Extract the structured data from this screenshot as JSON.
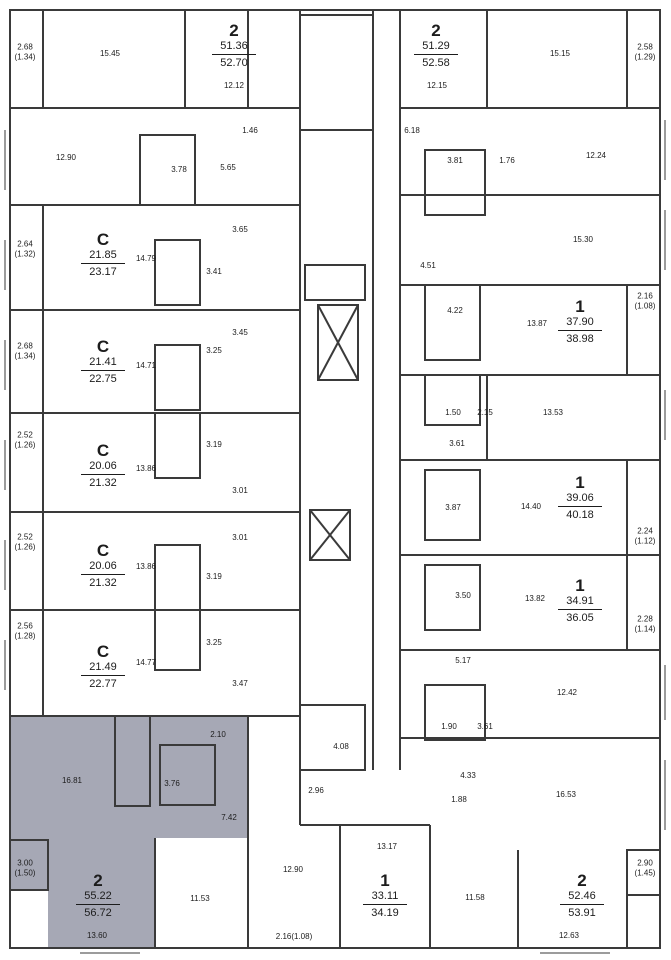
{
  "floor_plan": {
    "highlight_color": "#a6a8b5",
    "wall_color": "#3a3a3a",
    "apartments": [
      {
        "id": "a1",
        "type": "2",
        "area_living": "51.36",
        "area_total": "52.70"
      },
      {
        "id": "a2",
        "type": "2",
        "area_living": "51.29",
        "area_total": "52.58"
      },
      {
        "id": "a3",
        "type": "C",
        "area_living": "21.85",
        "area_total": "23.17"
      },
      {
        "id": "a4",
        "type": "1",
        "area_living": "37.90",
        "area_total": "38.98"
      },
      {
        "id": "a5",
        "type": "C",
        "area_living": "21.41",
        "area_total": "22.75"
      },
      {
        "id": "a6",
        "type": "C",
        "area_living": "20.06",
        "area_total": "21.32"
      },
      {
        "id": "a7",
        "type": "1",
        "area_living": "39.06",
        "area_total": "40.18"
      },
      {
        "id": "a8",
        "type": "C",
        "area_living": "20.06",
        "area_total": "21.32"
      },
      {
        "id": "a9",
        "type": "1",
        "area_living": "34.91",
        "area_total": "36.05"
      },
      {
        "id": "a10",
        "type": "C",
        "area_living": "21.49",
        "area_total": "22.77"
      },
      {
        "id": "a11",
        "type": "2",
        "area_living": "55.22",
        "area_total": "56.72",
        "highlighted": true
      },
      {
        "id": "a12",
        "type": "1",
        "area_living": "33.11",
        "area_total": "34.19"
      },
      {
        "id": "a13",
        "type": "2",
        "area_living": "52.46",
        "area_total": "53.91"
      }
    ],
    "room_areas": [
      "15.45",
      "12.12",
      "1.46",
      "12.90",
      "3.78",
      "5.65",
      "15.15",
      "12.15",
      "6.18",
      "3.81",
      "1.76",
      "12.24",
      "14.79",
      "3.65",
      "3.41",
      "15.30",
      "4.51",
      "4.22",
      "13.87",
      "14.71",
      "3.45",
      "3.25",
      "1.50",
      "2.15",
      "13.53",
      "3.61",
      "13.86",
      "3.19",
      "3.01",
      "3.87",
      "14.40",
      "13.86",
      "3.01",
      "3.19",
      "3.50",
      "13.82",
      "14.77",
      "3.25",
      "3.47",
      "5.17",
      "12.42",
      "2.10",
      "16.81",
      "3.76",
      "7.42",
      "4.08",
      "2.96",
      "1.90",
      "3.61",
      "4.33",
      "1.88",
      "16.53",
      "11.53",
      "13.60",
      "12.90",
      "13.17",
      "11.58",
      "12.63"
    ],
    "balconies": [
      {
        "id": "b1",
        "area": "2.68",
        "reduced": "(1.34)"
      },
      {
        "id": "b2",
        "area": "2.58",
        "reduced": "(1.29)"
      },
      {
        "id": "b3",
        "area": "2.64",
        "reduced": "(1.32)"
      },
      {
        "id": "b4",
        "area": "2.16",
        "reduced": "(1.08)"
      },
      {
        "id": "b5",
        "area": "2.68",
        "reduced": "(1.34)"
      },
      {
        "id": "b6",
        "area": "2.52",
        "reduced": "(1.26)"
      },
      {
        "id": "b7",
        "area": "2.24",
        "reduced": "(1.12)"
      },
      {
        "id": "b8",
        "area": "2.52",
        "reduced": "(1.26)"
      },
      {
        "id": "b9",
        "area": "2.28",
        "reduced": "(1.14)"
      },
      {
        "id": "b10",
        "area": "2.56",
        "reduced": "(1.28)"
      },
      {
        "id": "b11",
        "area": "3.00",
        "reduced": "(1.50)"
      },
      {
        "id": "b12",
        "area": "2.90",
        "reduced": "(1.45)"
      }
    ],
    "bottom_balcony": "2.16(1.08)"
  }
}
